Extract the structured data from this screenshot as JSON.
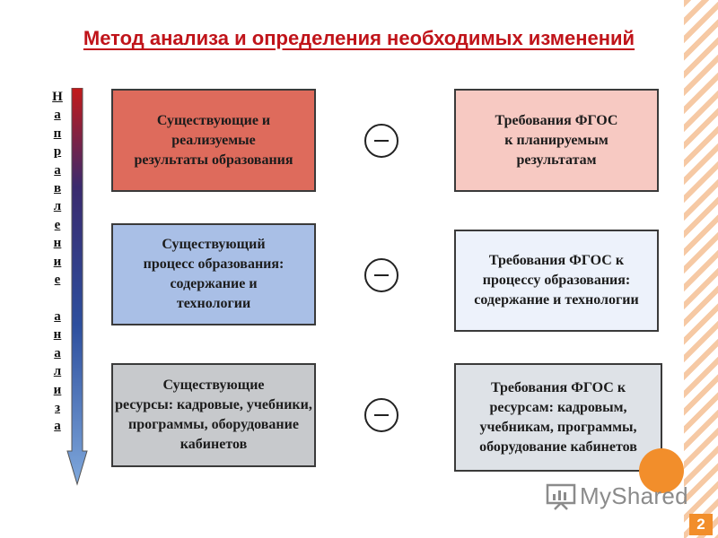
{
  "title": "Метод анализа  и определения необходимых изменений",
  "direction_label": "Н\nа\nп\nр\nа\nв\nл\nе\nн\nи\nе\n\nа\nн\nа\nл\nи\nз\nа",
  "rows": [
    {
      "left": "Существующие и\nреализуемые\nрезультаты образования",
      "right": "Требования ФГОС\nк планируемым\nрезультатам"
    },
    {
      "left": "Существующий\nпроцесс образования:\nсодержание и\nтехнологии",
      "right": "Требования ФГОС к\nпроцессу образования:\nсодержание и технологии"
    },
    {
      "left": "Существующие\nресурсы: кадровые, учебники,\nпрограммы, оборудование\nкабинетов",
      "right": "Требования ФГОС к\nресурсам: кадровым,\nучебникам, программы,\nоборудование кабинетов"
    }
  ],
  "operator_icon": "minus-circle-icon",
  "colors": {
    "title": "#c0141a",
    "row1_left": "#de6b5c",
    "row2_left": "#a9bfe6",
    "row3_left": "#c7c9cc",
    "row1_right": "#f7c9c2",
    "row2_right": "#edf2fb",
    "row3_right": "#dee2e7",
    "accent": "#f28e2b"
  },
  "watermark": "MyShared",
  "page_number": "2"
}
